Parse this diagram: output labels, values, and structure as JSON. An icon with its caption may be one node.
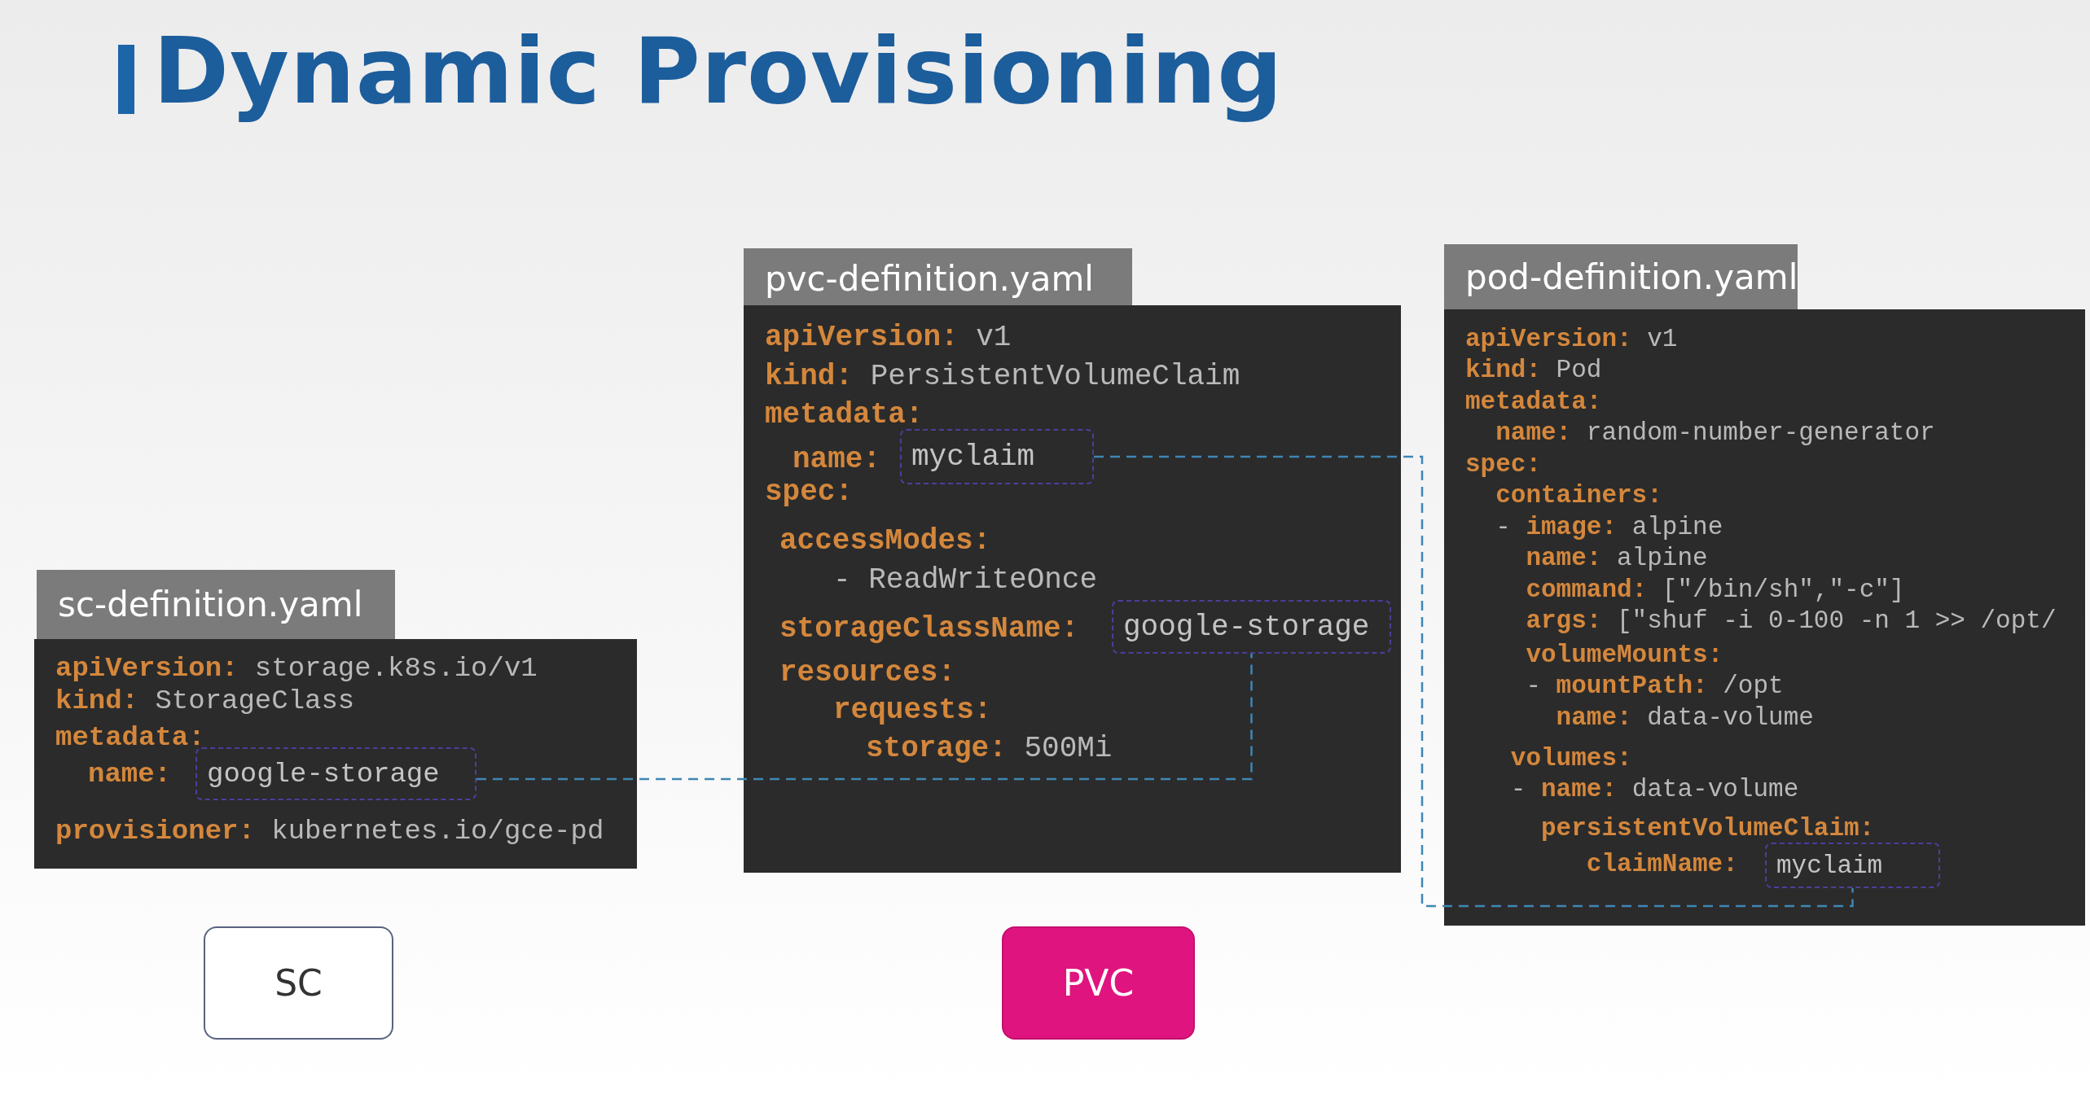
{
  "diagram": {
    "title": "Dynamic Provisioning",
    "nodes": [
      {
        "text": [
          "sc-definition.yaml",
          "**apiVersion:** storage.k8s.io/v1",
          "**kind:** StorageClass",
          "metadata:",
          "name:",
          "**provisioner:** kubernetes.io/gce-pd"
        ]
      },
      {
        "text": [
          "google-storage"
        ],
        "in": 0
      },
      {
        "text": [
          "pvc-definition.yaml",
          "**apiVersion:** v1",
          "**kind:** PersistentVolumeClaim",
          "metadata:",
          "name:",
          "spec:",
          "accessModes:",
          "- ReadWriteOnce",
          "storageClassName:",
          "resources:",
          "requests:",
          "**storage:** 500Mi"
        ]
      },
      {
        "text": [
          "myclaim"
        ],
        "in": 2
      },
      {
        "text": [
          "google-storage"
        ],
        "in": 2
      },
      {
        "text": [
          "pod-definition.yaml",
          "**apiVersion:** v1",
          "**kind:** Pod",
          "metadata:",
          "**name:** random-number-generator",
          "spec:",
          "containers:",
          "- **image:** alpine",
          "**name:** alpine",
          "**command:** [\"/bin/sh\",\"-c\"]",
          "**args:** [\"shuf -i 0-100 -n 1 >> /opt/",
          "volumeMounts:",
          "- **mountPath:** /opt",
          "**name:** data-volume",
          "volumes:",
          "- **name:** data-volume",
          "persistentVolumeClaim:",
          "claimName:"
        ]
      },
      {
        "text": [
          "myclaim"
        ],
        "in": 5
      },
      {
        "text": [
          "SC"
        ]
      },
      {
        "text": [
          "PVC"
        ]
      }
    ],
    "edges": [
      {
        "from": 1,
        "to": 4,
        "arrow": "none",
        "style": "dashed"
      },
      {
        "from": 3,
        "to": 6,
        "arrow": "none",
        "style": "dashed"
      }
    ]
  }
}
